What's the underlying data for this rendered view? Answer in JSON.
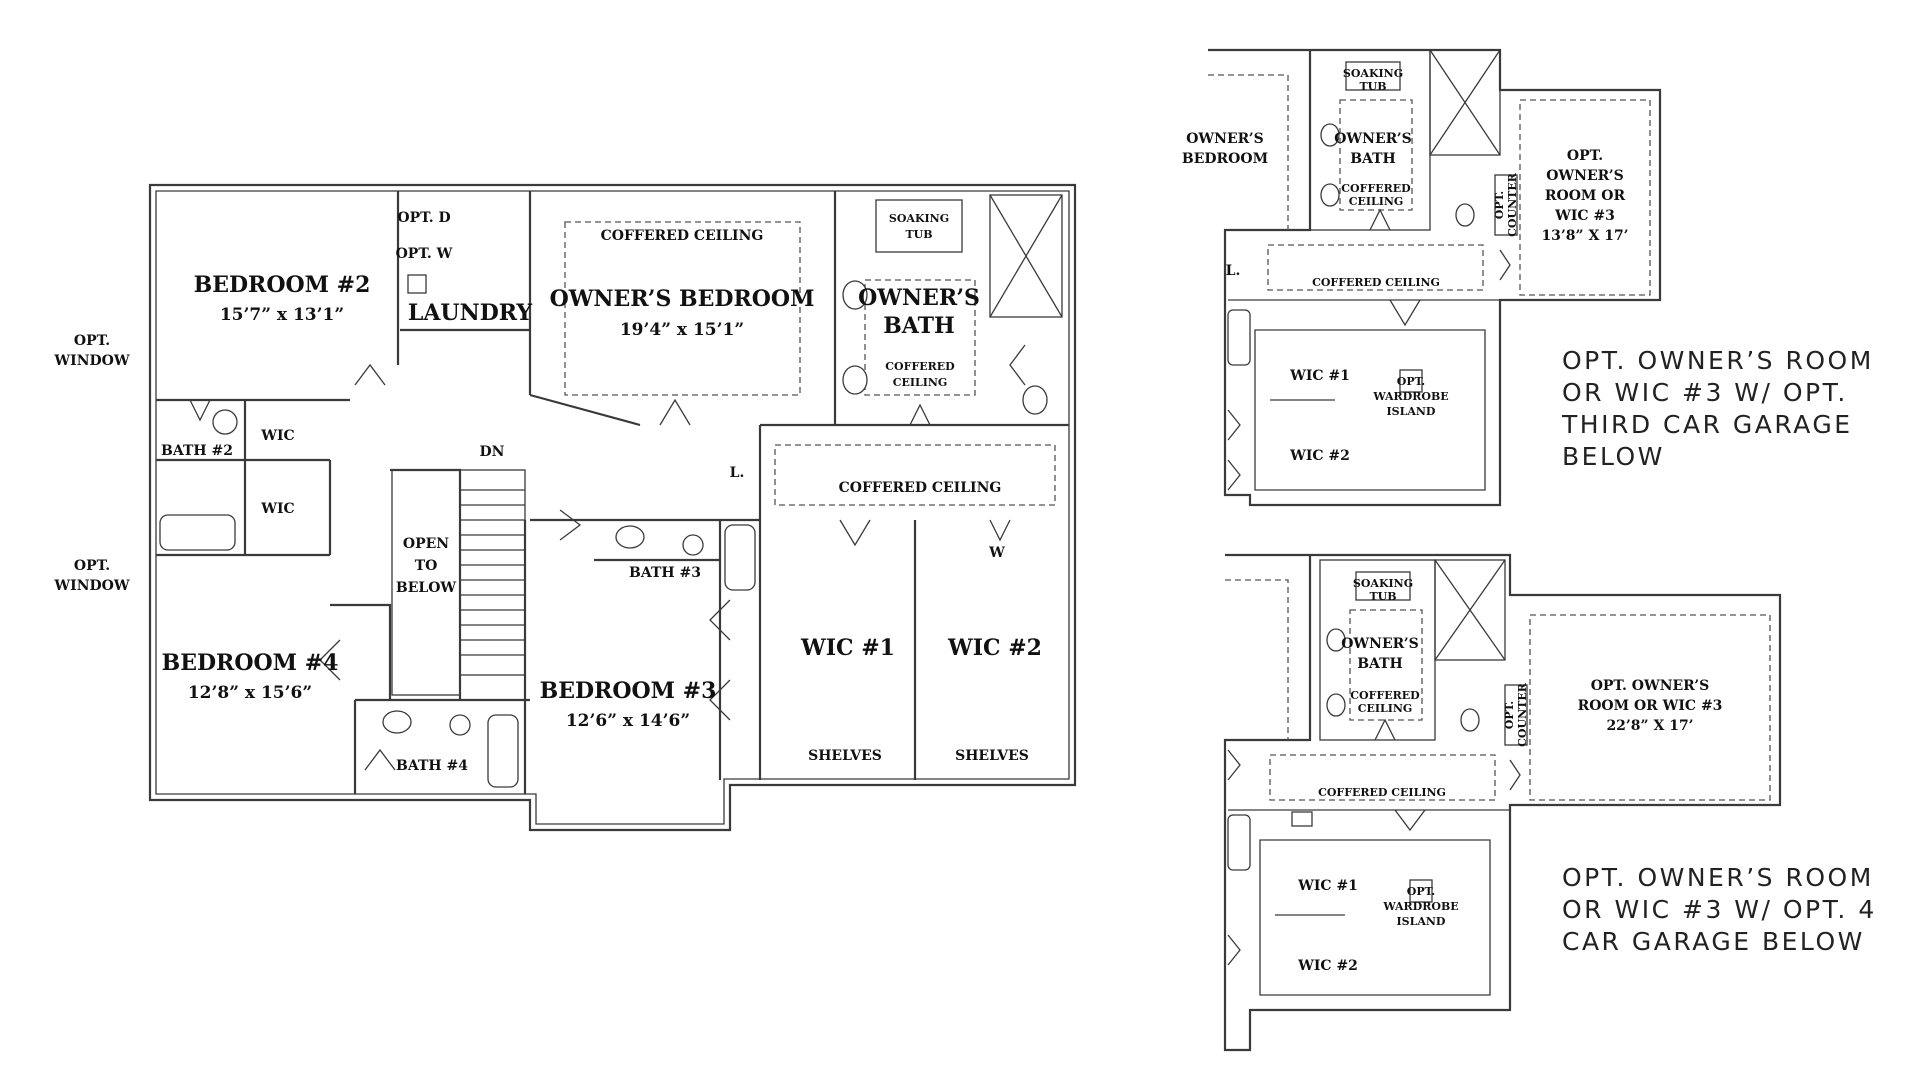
{
  "main_plan": {
    "rooms": {
      "bedroom2": "BEDROOM #2",
      "bedroom2_dim": "15’7” x 13’1”",
      "opt_d": "OPT. D",
      "opt_w": "OPT. W",
      "laundry": "LAUNDRY",
      "coffered_ceiling_owner": "COFFERED CEILING",
      "owners_bedroom": "OWNER’S BEDROOM",
      "owners_bedroom_dim": "19’4” x 15’1”",
      "soaking": "SOAKING",
      "tub": "TUB",
      "owners": "OWNER’S",
      "bath": "BATH",
      "coffered": "COFFERED",
      "ceiling": "CEILING",
      "opt_window_1a": "OPT.",
      "opt_window_1b": "WINDOW",
      "opt_window_2a": "OPT.",
      "opt_window_2b": "WINDOW",
      "bath2": "BATH #2",
      "wic_a": "WIC",
      "wic_b": "WIC",
      "dn": "DN",
      "linen": "L.",
      "coffered_ceiling_hall": "COFFERED CEILING",
      "open": "OPEN",
      "to": "TO",
      "below": "BELOW",
      "bath3": "BATH #3",
      "w_mark": "W",
      "bedroom4": "BEDROOM #4",
      "bedroom4_dim": "12’8” x 15’6”",
      "bedroom3": "BEDROOM #3",
      "bedroom3_dim": "12’6” x 14’6”",
      "wic1": "WIC #1",
      "wic2": "WIC #2",
      "shelves1": "SHELVES",
      "shelves2": "SHELVES",
      "bath4": "BATH #4"
    }
  },
  "option_a": {
    "soaking": "SOAKING",
    "tub": "TUB",
    "owners_bedroom_1": "OWNER’S",
    "owners_bedroom_2": "BEDROOM",
    "owners_bath_1": "OWNER’S",
    "owners_bath_2": "BATH",
    "coffered_1": "COFFERED",
    "coffered_2": "CEILING",
    "opt_counter_1": "OPT.",
    "opt_counter_2": "COUNTER",
    "room_1": "OPT.",
    "room_2": "OWNER’S",
    "room_3": "ROOM OR",
    "room_4": "WIC #3",
    "room_5": "13’8” X 17’",
    "linen": "L.",
    "coffered_ceiling": "COFFERED CEILING",
    "wic1": "WIC #1",
    "wic2": "WIC #2",
    "island_1": "OPT.",
    "island_2": "WARDROBE",
    "island_3": "ISLAND",
    "caption": [
      "OPT. OWNER’S ROOM",
      "OR WIC #3 W/ OPT.",
      "THIRD CAR GARAGE",
      "BELOW"
    ]
  },
  "option_b": {
    "soaking": "SOAKING",
    "tub": "TUB",
    "owners_bath_1": "OWNER’S",
    "owners_bath_2": "BATH",
    "coffered_1": "COFFERED",
    "coffered_2": "CEILING",
    "opt_counter_1": "OPT.",
    "opt_counter_2": "COUNTER",
    "room_1": "OPT. OWNER’S",
    "room_2": "ROOM OR WIC #3",
    "room_3": "22’8” X 17’",
    "coffered_ceiling": "COFFERED CEILING",
    "wic1": "WIC #1",
    "wic2": "WIC #2",
    "island_1": "OPT.",
    "island_2": "WARDROBE",
    "island_3": "ISLAND",
    "caption": [
      "OPT. OWNER’S ROOM",
      "OR WIC #3 W/ OPT. 4",
      "CAR GARAGE BELOW"
    ]
  }
}
